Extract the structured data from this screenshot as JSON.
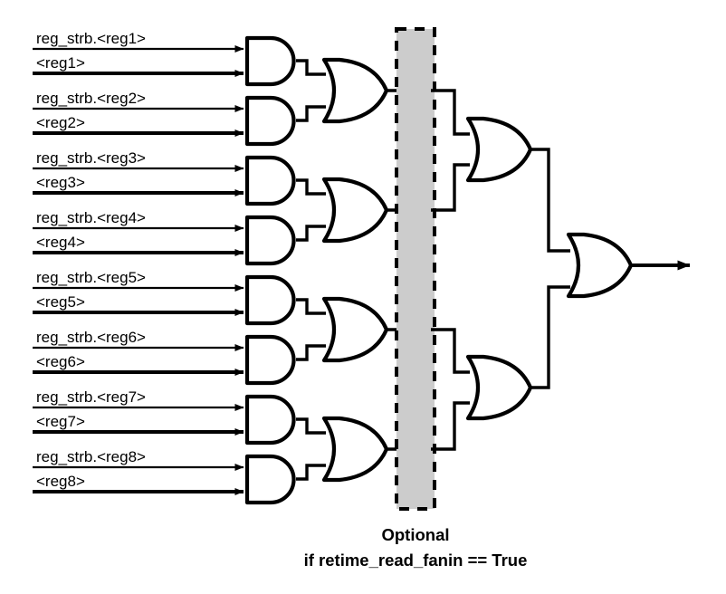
{
  "diagram": {
    "title": "Register read fanin OR-tree with optional retiming stage",
    "background_color": "#ffffff",
    "line_color": "#000000",
    "retime_fill_color": "#cccccc",
    "inputs": [
      {
        "strobe_label": "reg_strb.<reg1>",
        "data_label": "<reg1>"
      },
      {
        "strobe_label": "reg_strb.<reg2>",
        "data_label": "<reg2>"
      },
      {
        "strobe_label": "reg_strb.<reg3>",
        "data_label": "<reg3>"
      },
      {
        "strobe_label": "reg_strb.<reg4>",
        "data_label": "<reg4>"
      },
      {
        "strobe_label": "reg_strb.<reg5>",
        "data_label": "<reg5>"
      },
      {
        "strobe_label": "reg_strb.<reg6>",
        "data_label": "<reg6>"
      },
      {
        "strobe_label": "reg_strb.<reg7>",
        "data_label": "<reg7>"
      },
      {
        "strobe_label": "reg_strb.<reg8>",
        "data_label": "<reg8>"
      }
    ],
    "gates": {
      "and_count": 8,
      "or_stage1_count": 4,
      "or_stage2_count": 2,
      "or_stage3_count": 1,
      "and_name": "and-gate",
      "or_name": "or-gate"
    },
    "retime_stage": {
      "caption_line1": "Optional",
      "caption_line2": "if retime_read_fanin == True"
    }
  }
}
